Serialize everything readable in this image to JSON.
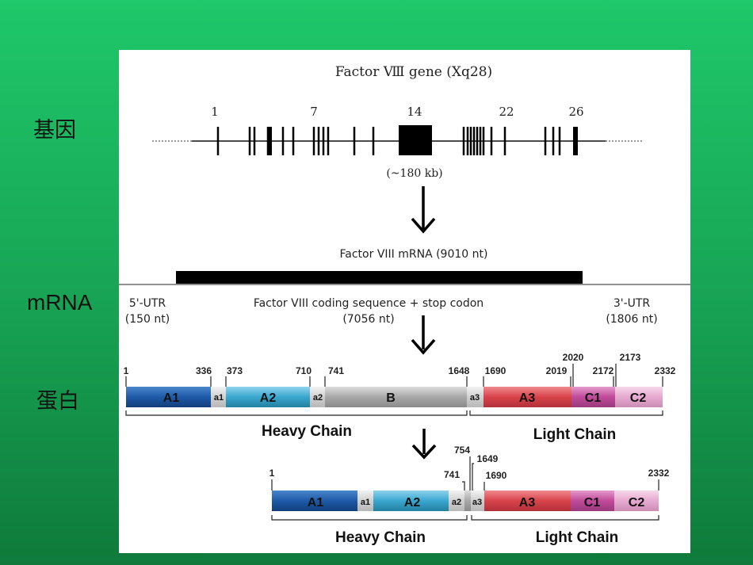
{
  "side_labels": {
    "gene": "基因",
    "mrna": "mRNA",
    "protein": "蛋白"
  },
  "gene": {
    "title": "Factor Ⅷ gene (Xq28)",
    "exon_numbers": [
      "1",
      "7",
      "14",
      "22",
      "26"
    ],
    "size_label": "(~180 kb)"
  },
  "mrna": {
    "title": "Factor VIII mRNA (9010 nt)",
    "utr5_line1": "5'-UTR",
    "utr5_line2": "(150 nt)",
    "coding_line1": "Factor VIII coding sequence + stop codon",
    "coding_line2": "(7056 nt)",
    "utr3_line1": "3'-UTR",
    "utr3_line2": "(1806 nt)"
  },
  "protein1": {
    "positions": [
      "1",
      "336",
      "373",
      "710",
      "741",
      "1648",
      "1690",
      "2019",
      "2020",
      "2172",
      "2173",
      "2332"
    ],
    "domains": [
      "A1",
      "a1",
      "A2",
      "a2",
      "B",
      "a3",
      "A3",
      "C1",
      "C2"
    ],
    "heavy_chain": "Heavy Chain",
    "light_chain": "Light Chain"
  },
  "protein2": {
    "positions": [
      "1",
      "741",
      "754",
      "1649",
      "1690",
      "2332"
    ],
    "domains": [
      "A1",
      "a1",
      "A2",
      "a2",
      "a3",
      "A3",
      "C1",
      "C2"
    ],
    "heavy_chain": "Heavy Chain",
    "light_chain": "Light Chain"
  },
  "colors": {
    "A": "#1e5aa8",
    "A2": "#3aa6cf",
    "B": "#a8a8a8",
    "A3": "#d8434b",
    "C1": "#c04a9a",
    "C2": "#e6a9cf",
    "acidic": "#d8d8d8"
  }
}
